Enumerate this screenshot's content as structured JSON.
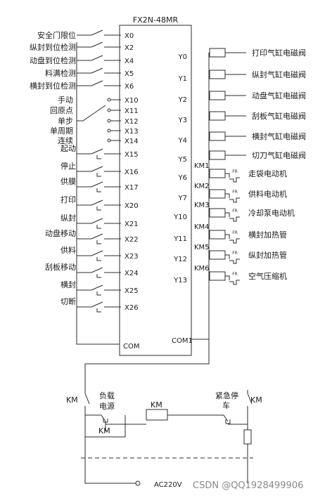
{
  "plc_title": "FX2N-48MR",
  "inputs": [
    {
      "label": "安全门限位",
      "addr": "X0"
    },
    {
      "label": "纵封到位检测",
      "addr": "X2"
    },
    {
      "label": "动盘到位检测",
      "addr": "X4"
    },
    {
      "label": "料满检测",
      "addr": "X5"
    },
    {
      "label": "横封到位检测",
      "addr": "X6"
    },
    {
      "label": "手动",
      "addr": "X10"
    },
    {
      "label": "回原点",
      "addr": "X11"
    },
    {
      "label": "单步",
      "addr": "X12"
    },
    {
      "label": "单周期",
      "addr": "X13"
    },
    {
      "label": "连续",
      "addr": "X14"
    },
    {
      "label": "起动",
      "addr": "X15"
    },
    {
      "label": "停止",
      "addr": "X16"
    },
    {
      "label": "供膜",
      "addr": "X17"
    },
    {
      "label": "打印",
      "addr": "X20"
    },
    {
      "label": "纵封",
      "addr": "X21"
    },
    {
      "label": "动盘移动",
      "addr": "X22"
    },
    {
      "label": "供料",
      "addr": "X23"
    },
    {
      "label": "刮板移动",
      "addr": "X24"
    },
    {
      "label": "横封",
      "addr": "X25"
    },
    {
      "label": "切断",
      "addr": "X26"
    }
  ],
  "input_com": "COM",
  "outputs": [
    {
      "addr": "Y0",
      "label": "打印气缸电磁阀",
      "relay": ""
    },
    {
      "addr": "Y1",
      "label": "纵封气缸电磁阀",
      "relay": ""
    },
    {
      "addr": "Y2",
      "label": "动盘气缸电磁阀",
      "relay": ""
    },
    {
      "addr": "Y3",
      "label": "刮板气缸电磁阀",
      "relay": ""
    },
    {
      "addr": "Y4",
      "label": "横封气缸电磁阀",
      "relay": ""
    },
    {
      "addr": "Y5",
      "label": "切刀气缸电磁阀",
      "relay": ""
    },
    {
      "addr": "Y6",
      "label": "走袋电动机",
      "relay": "KM1"
    },
    {
      "addr": "Y7",
      "label": "供料电动机",
      "relay": "KM2"
    },
    {
      "addr": "Y10",
      "label": "冷却泵电动机",
      "relay": "KM3"
    },
    {
      "addr": "Y11",
      "label": "横封加热管",
      "relay": "KM4"
    },
    {
      "addr": "Y12",
      "label": "纵封加热管",
      "relay": "KM5"
    },
    {
      "addr": "Y13",
      "label": "空气压缩机",
      "relay": "KM6"
    }
  ],
  "output_com": "COM1",
  "thermal_relay_tag": "FR",
  "power_circuit": {
    "km_left": "KM",
    "load_power_line1": "负载",
    "load_power_line2": "电源",
    "km_coil": "KM",
    "km_holding": "KM",
    "estop_line1": "紧急停",
    "estop_line2": "车",
    "km_right": "KM",
    "supply": "AC220V"
  },
  "watermark": "CSDN @QQ1928499906"
}
